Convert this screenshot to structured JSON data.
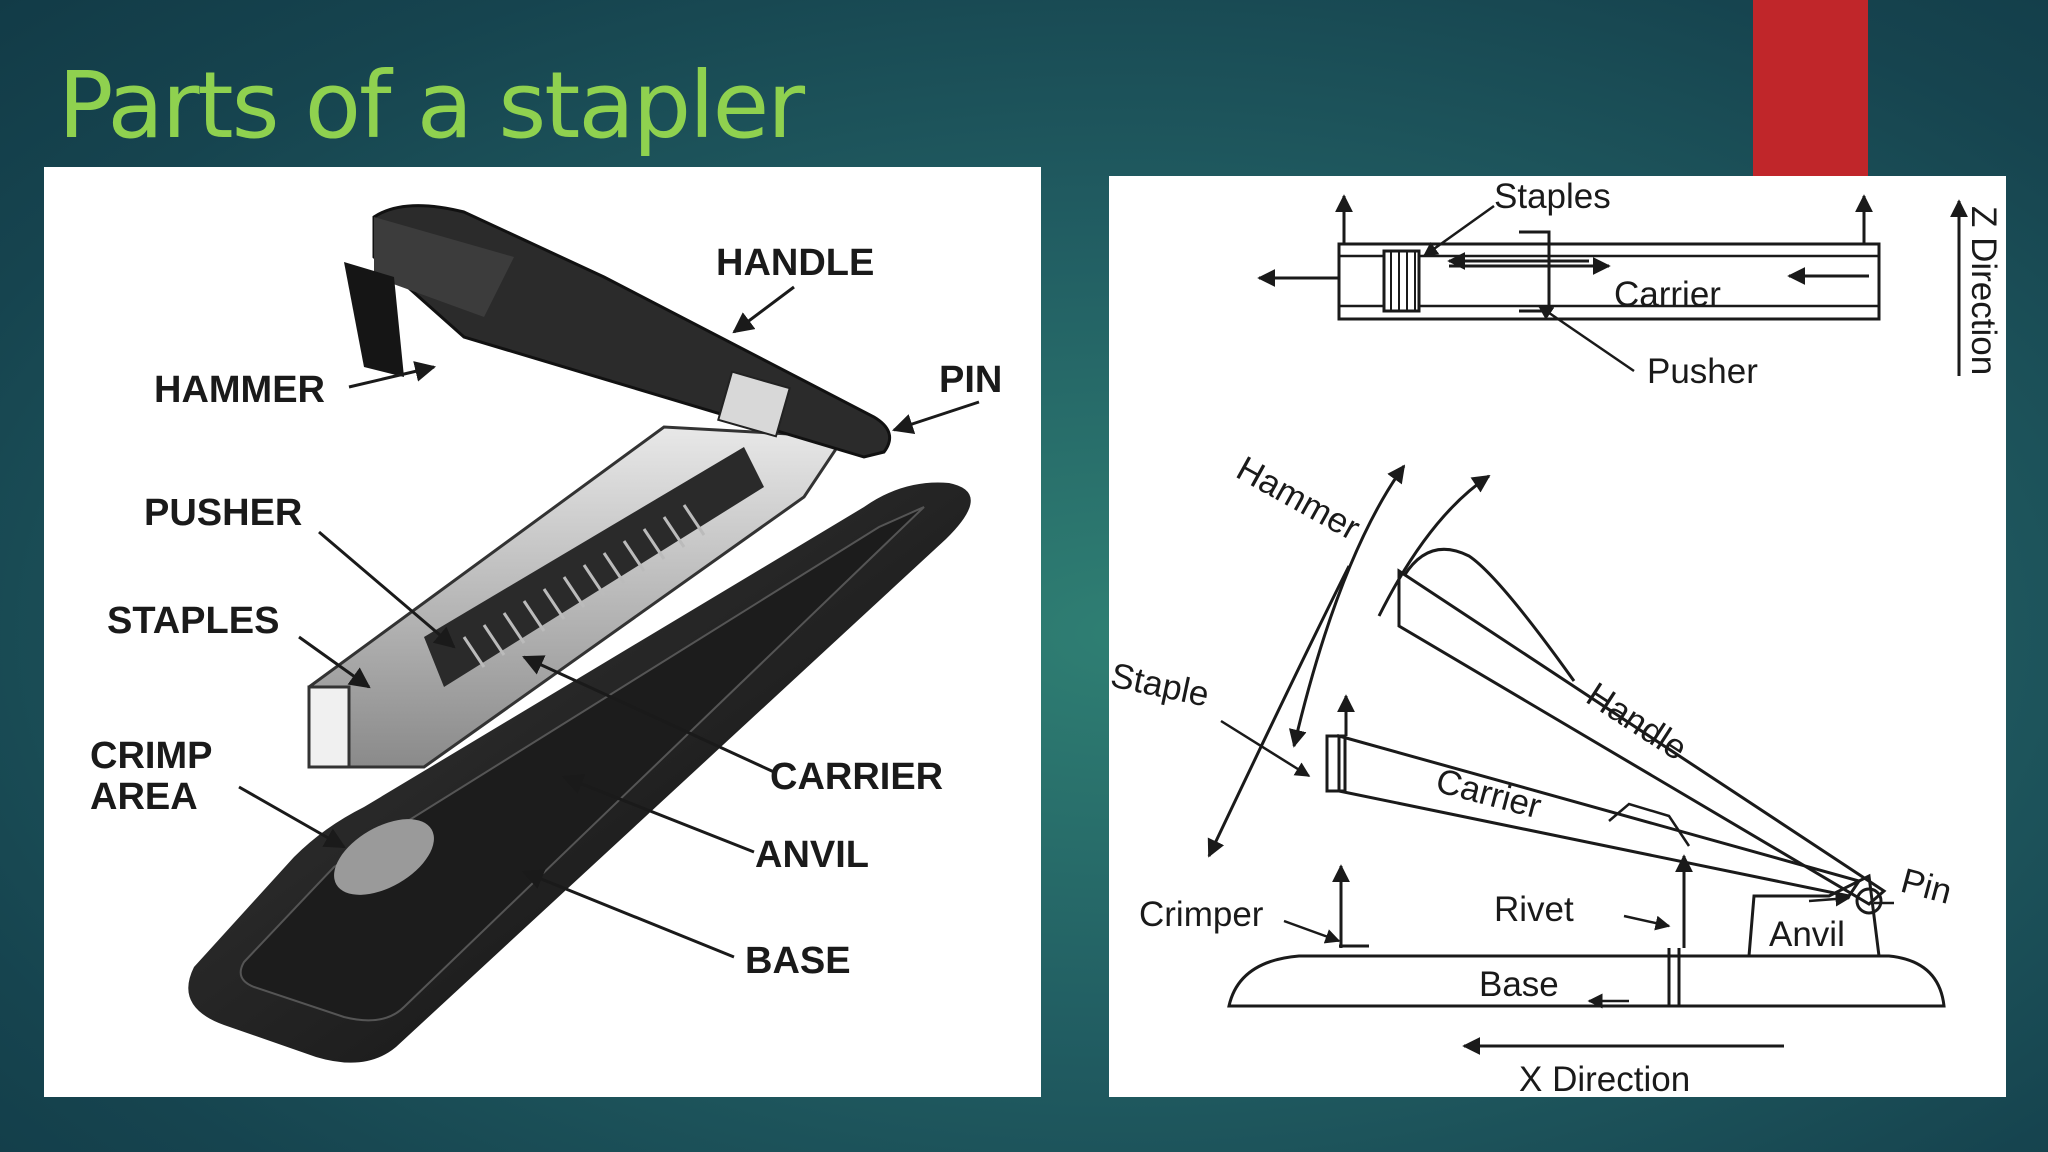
{
  "slide": {
    "title": "Parts of a stapler",
    "colors": {
      "title": "#8fd14f",
      "accent_bar": "#c0262a",
      "background": "#215d62"
    }
  },
  "photo_labels": {
    "handle": "HANDLE",
    "hammer": "HAMMER",
    "pin": "PIN",
    "pusher": "PUSHER",
    "staples": "STAPLES",
    "crimp_area_line1": "CRIMP",
    "crimp_area_line2": "AREA",
    "carrier": "CARRIER",
    "anvil": "ANVIL",
    "base": "BASE"
  },
  "diagram_labels": {
    "staples": "Staples",
    "carrier_top": "Carrier",
    "pusher": "Pusher",
    "z_direction": "Z Direction",
    "hammer": "Hammer",
    "staple": "Staple",
    "handle": "Handle",
    "carrier": "Carrier",
    "pin": "Pin",
    "crimper": "Crimper",
    "rivet": "Rivet",
    "anvil": "Anvil",
    "base": "Base",
    "x_direction": "X Direction"
  }
}
